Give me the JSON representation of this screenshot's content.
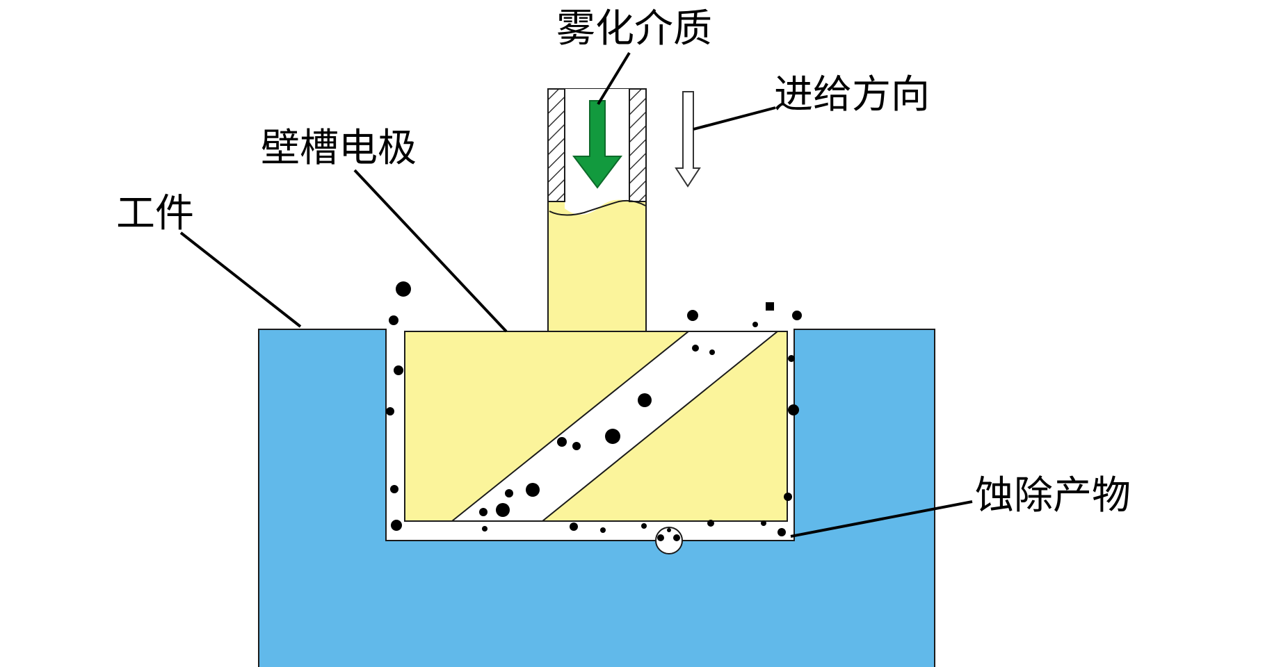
{
  "labels": {
    "atomized_medium": "雾化介质",
    "feed_direction": "进给方向",
    "slotted_electrode": "壁槽电极",
    "workpiece": "工件",
    "eroded_products": "蚀除产物"
  },
  "colors": {
    "workpiece": "#61b9ea",
    "electrode": "#fbf49b",
    "gap": "#ffffff",
    "medium_arrow": "#129a3e",
    "outline": "#1a1a1a",
    "debris": "#000000"
  }
}
